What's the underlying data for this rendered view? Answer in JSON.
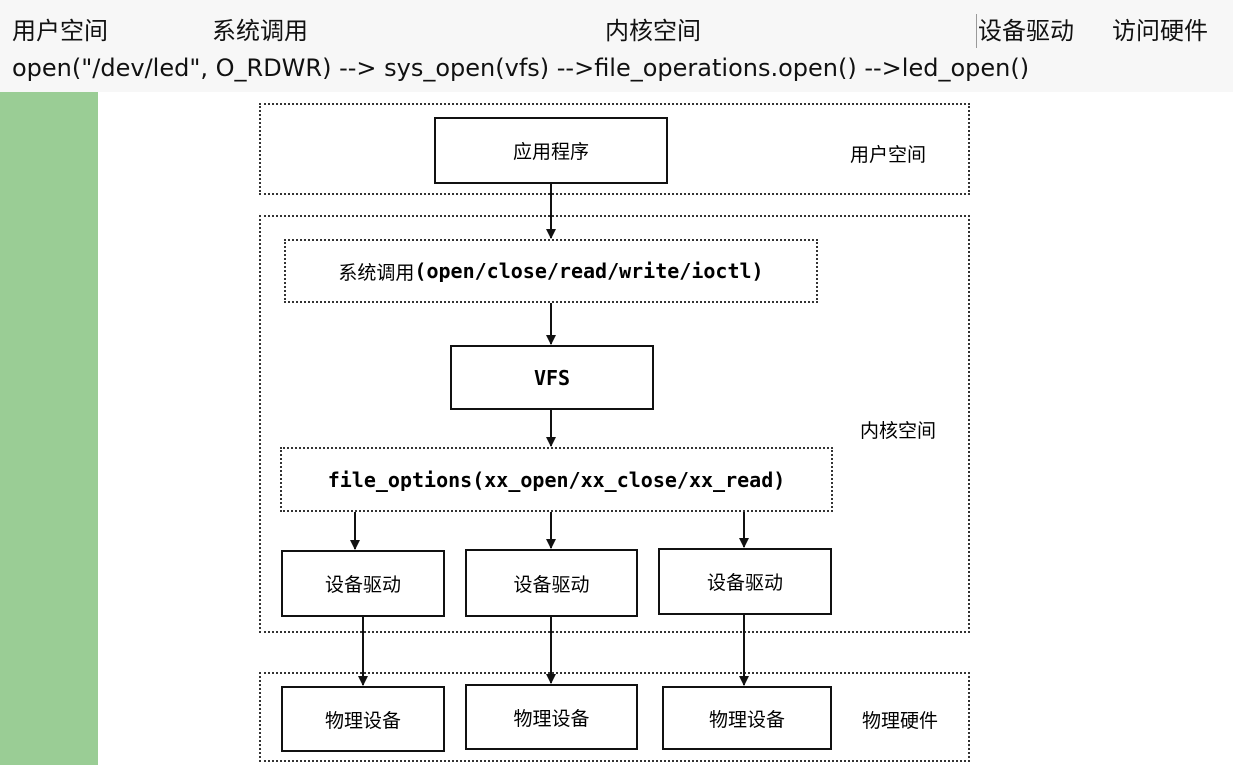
{
  "header": {
    "labels": {
      "user_space": "用户空间",
      "syscall": "系统调用",
      "kernel_space": "内核空间",
      "device_driver": "设备驱动",
      "access_hardware": "访问硬件"
    },
    "flow": "open(\"/dev/led\", O_RDWR)  --> sys_open(vfs)  -->file_operations.open()  -->led_open()"
  },
  "diagram": {
    "regions": {
      "user_space": "用户空间",
      "kernel_space": "内核空间",
      "hardware": "物理硬件"
    },
    "app": "应用程序",
    "syscall": {
      "prefix": "系统调用",
      "suffix": "(open/close/read/write/ioctl)"
    },
    "vfs": "VFS",
    "file_options": "file_options(xx_open/xx_close/xx_read)",
    "drivers": [
      "设备驱动",
      "设备驱动",
      "设备驱动"
    ],
    "devices": [
      "物理设备",
      "物理设备",
      "物理设备"
    ]
  },
  "colors": {
    "header_bg": "#f7f7f7",
    "sidebar_green": "#9acd95"
  }
}
